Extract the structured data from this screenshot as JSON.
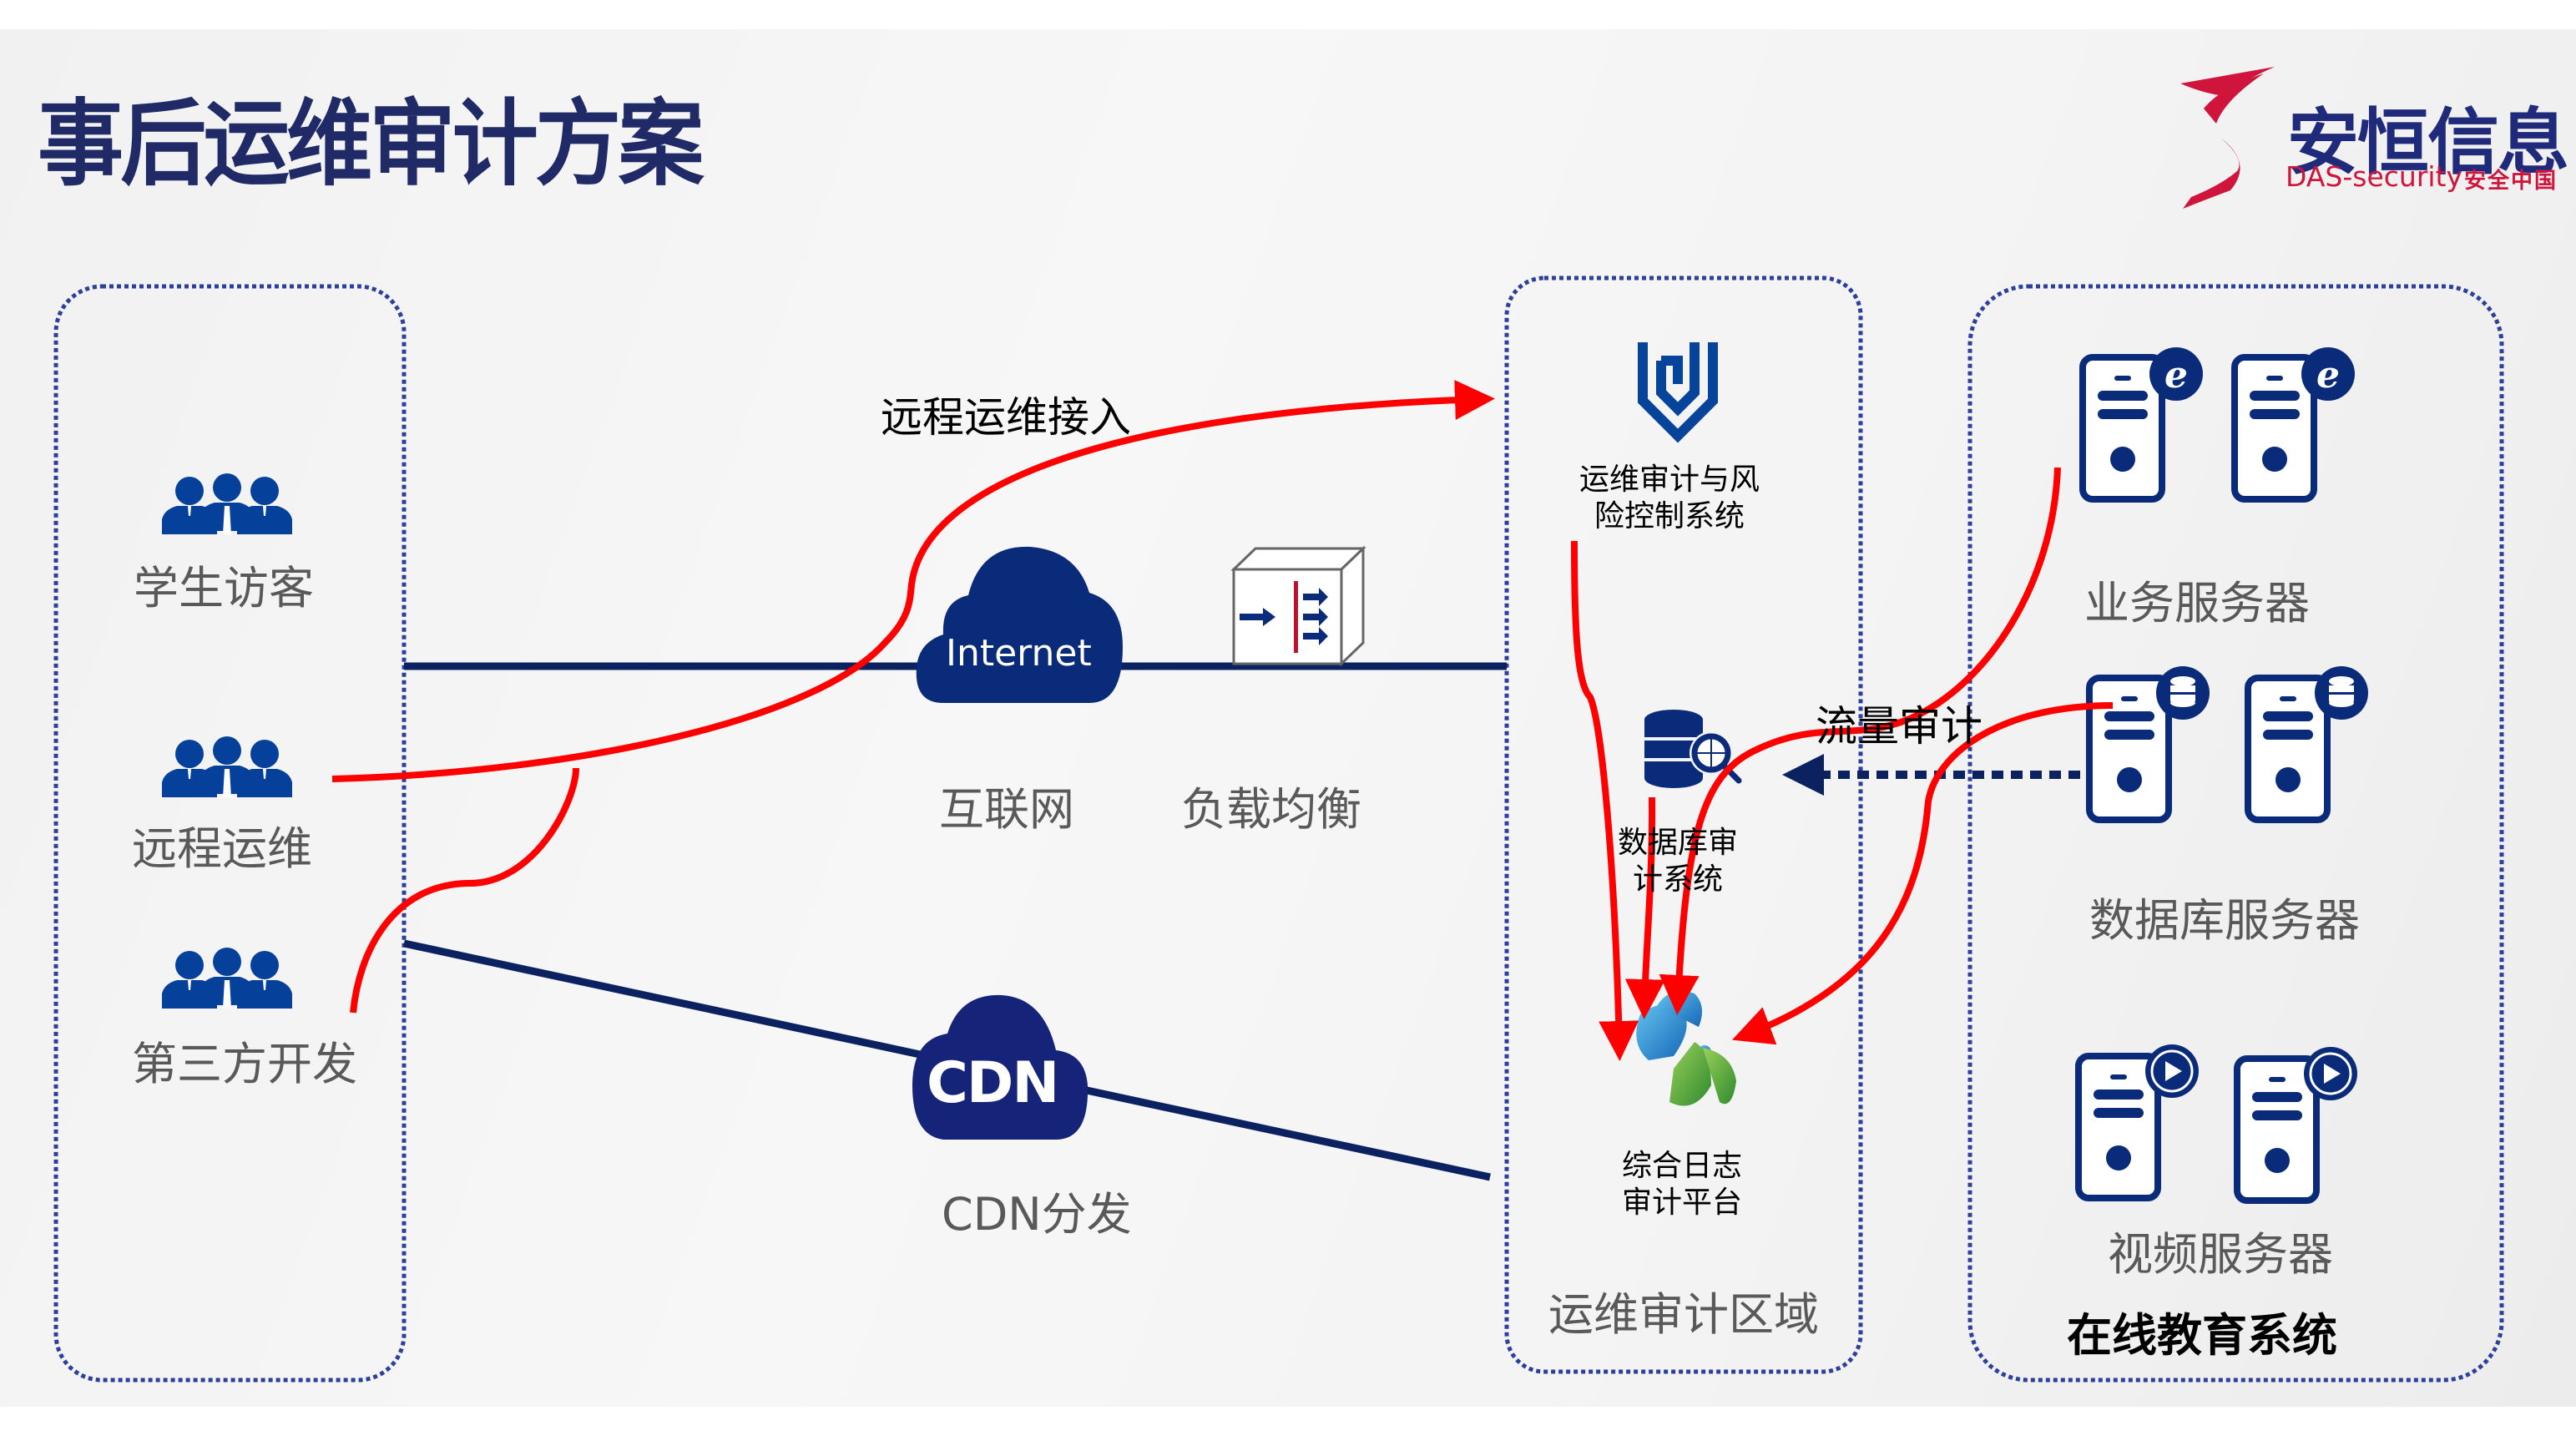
{
  "slide": {
    "title": "事后运维审计方案",
    "logo": {
      "name_cn": "安恒信息",
      "name_en": "DAS-security",
      "slogan": "安全中国",
      "brand_red": "#d0153c",
      "brand_blue": "#1f2a7a"
    }
  },
  "colors": {
    "navy": "#0a2a7a",
    "line_navy": "#0b2160",
    "red": "#ff0000",
    "dotted_border": "#2b3f9c",
    "label_gray": "#595959"
  },
  "zones": {
    "users": {
      "items": [
        {
          "label": "学生访客",
          "icon": "user-group-icon"
        },
        {
          "label": "远程运维",
          "icon": "user-group-icon"
        },
        {
          "label": "第三方开发",
          "icon": "user-group-icon"
        }
      ]
    },
    "network": {
      "internet_cloud": "Internet",
      "internet_label": "互联网",
      "load_balancer_label": "负载均衡",
      "cdn_cloud": "CDN",
      "cdn_label": "CDN分发",
      "remote_access_label": "远程运维接入",
      "traffic_audit_label": "流量审计"
    },
    "audit_zone": {
      "title": "运维审计区域",
      "systems": [
        {
          "label_line1": "运维审计与风",
          "label_line2": "险控制系统",
          "icon": "shield-icon"
        },
        {
          "label_line1": "数据库审",
          "label_line2": "计系统",
          "icon": "database-search-icon"
        },
        {
          "label_line1": "综合日志",
          "label_line2": "审计平台",
          "icon": "clover-logo-icon"
        }
      ]
    },
    "education_system": {
      "title": "在线教育系统",
      "groups": [
        {
          "label": "业务服务器",
          "badge": "ie-browser-icon"
        },
        {
          "label": "数据库服务器",
          "badge": "database-icon"
        },
        {
          "label": "视频服务器",
          "badge": "play-icon"
        }
      ]
    }
  }
}
